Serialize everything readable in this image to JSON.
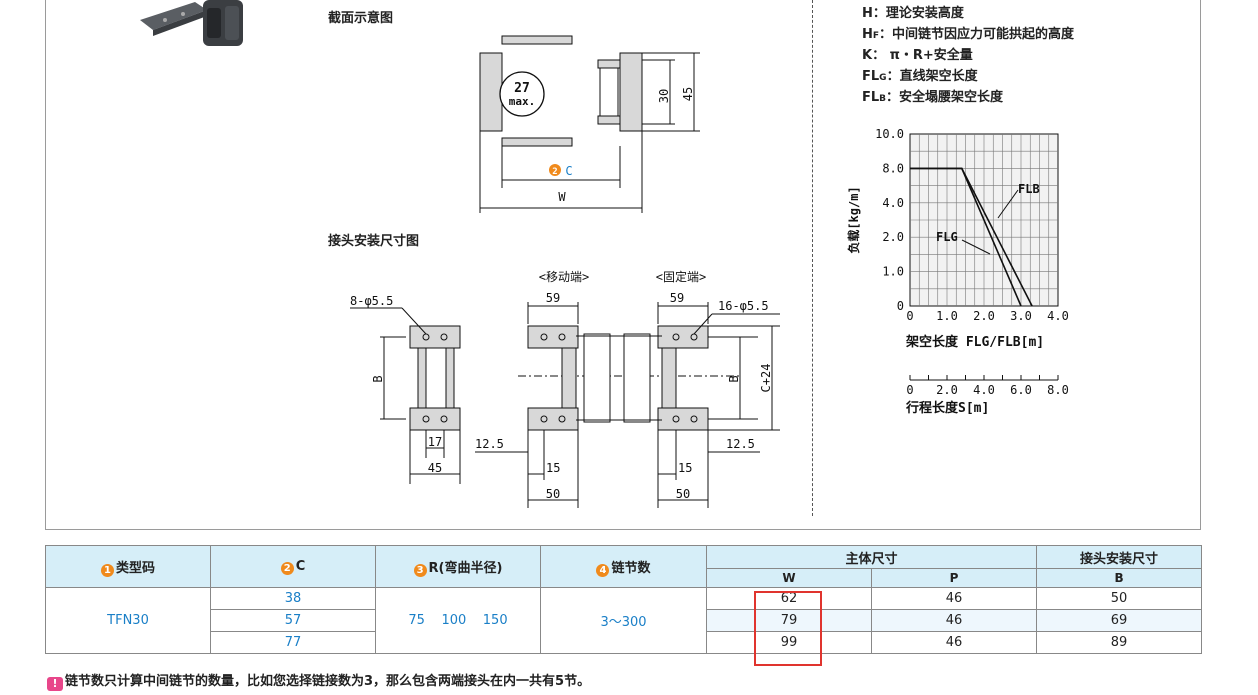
{
  "diagram": {
    "section_title": "截面示意图",
    "mount_title": "接头安装尺寸图",
    "max_number": "27",
    "max_text": "max.",
    "dim_30": "30",
    "dim_45": "45",
    "marker_2": "2",
    "label_c": "C",
    "label_w": "W",
    "moving_end": "<移动端>",
    "fixed_end": "<固定端>",
    "holes_left": "8-φ5.5",
    "holes_right": "16-φ5.5",
    "dim_59": "59",
    "label_b": "B",
    "label_c24": "C+24",
    "dim_17": "17",
    "dim_125": "12.5",
    "dim_15": "15",
    "dim_50": "50"
  },
  "legend": {
    "h": "H：理论安装高度",
    "hf_main": "H",
    "hf_sub": "F",
    "hf_text": "：中间链节因应力可能拱起的高度",
    "k": "K：  π・R+安全量",
    "flg_main": "FL",
    "flg_sub": "G",
    "flg_text": "：直线架空长度",
    "flb_main": "FL",
    "flb_sub": "B",
    "flb_text": "：安全塌腰架空长度"
  },
  "chart_data": {
    "type": "line",
    "ylabel": "负载[kg/m]",
    "xlabel": "架空长度 FLG/FLB[m]",
    "x2label": "行程长度S[m]",
    "y_ticks": [
      "0",
      "1.0",
      "2.0",
      "4.0",
      "8.0",
      "10.0"
    ],
    "x_ticks": [
      "0",
      "1.0",
      "2.0",
      "3.0",
      "4.0"
    ],
    "x2_ticks": [
      "0",
      "2.0",
      "4.0",
      "6.0",
      "8.0"
    ],
    "series": [
      {
        "name": "FLB",
        "x": [
          0,
          1.4,
          3.3
        ],
        "y": [
          8.0,
          8.0,
          0
        ]
      },
      {
        "name": "FLG",
        "x": [
          0,
          1.4,
          3.0
        ],
        "y": [
          8.0,
          8.0,
          0
        ]
      }
    ],
    "grid": true,
    "xlim": [
      0,
      4.0
    ],
    "ylim": [
      0,
      10.0
    ]
  },
  "table": {
    "h_type": "类型码",
    "h_c": "C",
    "h_r": "R(弯曲半径)",
    "h_links": "链节数",
    "h_main": "主体尺寸",
    "h_mount": "接头安装尺寸",
    "h_w": "W",
    "h_p": "P",
    "h_b": "B",
    "n1": "1",
    "n2": "2",
    "n3": "3",
    "n4": "4",
    "type": "TFN30",
    "r_values": "75    100    150",
    "links": "3～300",
    "rows": [
      {
        "c": "38",
        "w": "62",
        "p": "46",
        "b": "50"
      },
      {
        "c": "57",
        "w": "79",
        "p": "46",
        "b": "69"
      },
      {
        "c": "77",
        "w": "99",
        "p": "46",
        "b": "89"
      }
    ]
  },
  "note": {
    "icon": "!",
    "text": "链节数只计算中间链节的数量，比如您选择链接数为3，那么包含两端接头在内一共有5节。"
  },
  "colors": {
    "accent": "#f08a1c",
    "link": "#1a7fc7",
    "header_bg": "#d6eef8",
    "highlight": "#e0342e"
  }
}
